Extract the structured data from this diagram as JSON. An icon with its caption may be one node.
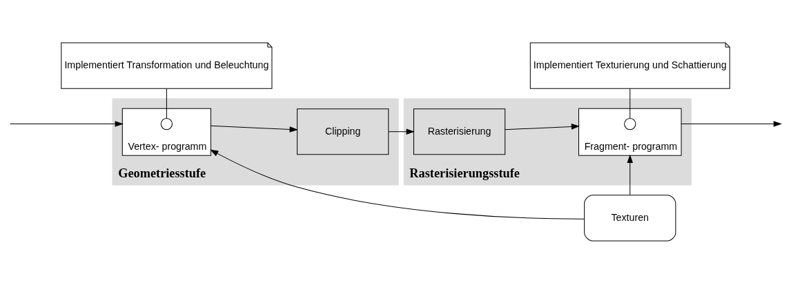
{
  "diagram": {
    "nodes": [
      {
        "text": [
          "Geometriesstufe"
        ]
      },
      {
        "text": [
          "Vertex- programm"
        ],
        "in": 0
      },
      {
        "text": [],
        "shape": "circle",
        "in": 1
      },
      {
        "text": [
          "Clipping"
        ],
        "in": 0
      },
      {
        "text": [
          "Rasterisierungsstufe"
        ]
      },
      {
        "text": [
          "Rasterisierung"
        ],
        "in": 4
      },
      {
        "text": [
          "Fragment- programm"
        ],
        "in": 4
      },
      {
        "text": [],
        "shape": "circle",
        "in": 6
      },
      {
        "text": [
          "Texturen"
        ]
      },
      {
        "text": [
          "Implementiert Transformation und Beleuchtung"
        ]
      },
      {
        "text": [
          "Implementiert Texturierung und Schattierung"
        ]
      }
    ],
    "edges": [
      {
        "from": null,
        "to": 1,
        "arrow": "to"
      },
      {
        "from": 1,
        "to": 3,
        "arrow": "to"
      },
      {
        "from": 3,
        "to": 5,
        "arrow": "to"
      },
      {
        "from": 5,
        "to": 6,
        "arrow": "to"
      },
      {
        "from": 6,
        "to": null,
        "arrow": "to"
      },
      {
        "from": 8,
        "to": 1,
        "arrow": "to"
      },
      {
        "from": 8,
        "to": 6,
        "arrow": "to"
      },
      {
        "from": 9,
        "to": 2,
        "arrow": "none"
      },
      {
        "from": 10,
        "to": 7,
        "arrow": "none"
      }
    ]
  }
}
